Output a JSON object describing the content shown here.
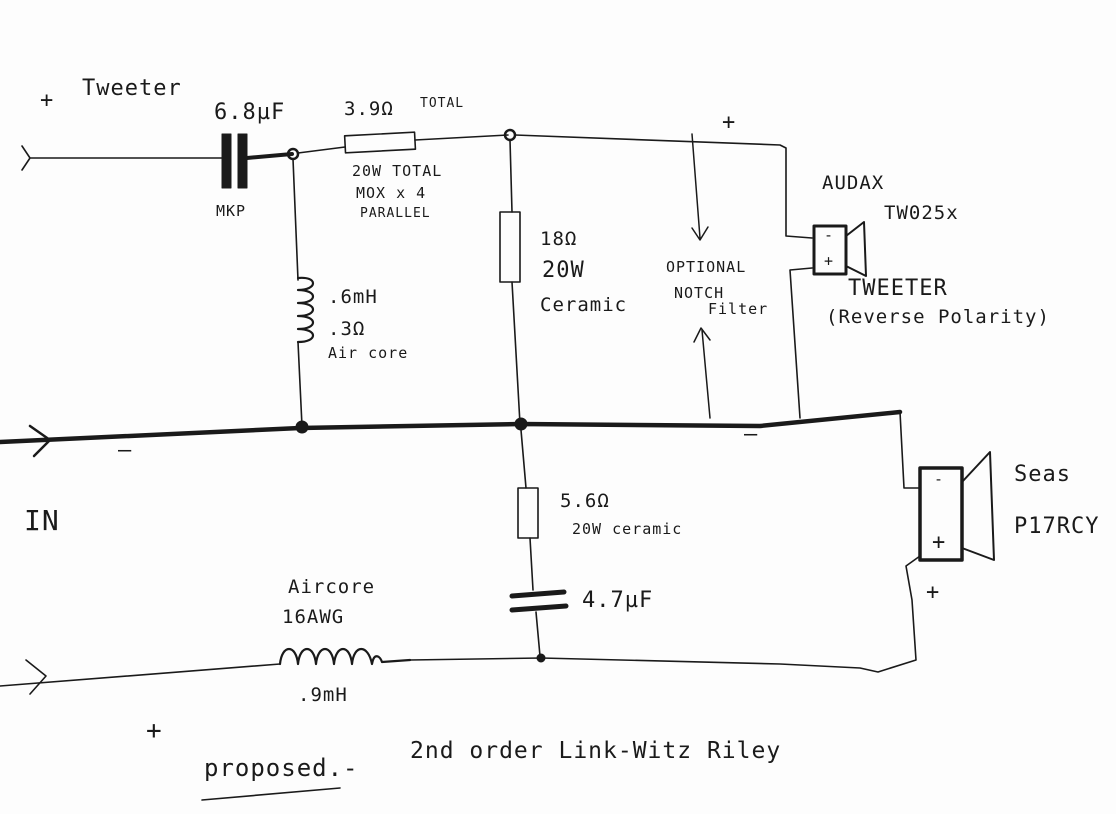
{
  "labels": {
    "tweeter_plus": "+",
    "tweeter_title": "Tweeter",
    "cap1": "6.8µF",
    "cap1_type": "MKP",
    "res1": "3.9Ω",
    "res1_total": "TOTAL",
    "res1_line1": "20W TOTAL",
    "res1_line2": "MOX x 4",
    "res1_line3": "PARALLEL",
    "res2_value": "18Ω",
    "res2_power": "20W",
    "res2_type": "Ceramic",
    "notch_line1": "OPTIONAL",
    "notch_line2": "NOTCH",
    "notch_line3": "Filter",
    "top_plus": "+",
    "ind1_value": ".6mH",
    "ind1_res": ".3Ω",
    "ind1_type": "Air core",
    "audax": "AUDAX",
    "tw_model": "TW025x",
    "tw_name": "TWEETER",
    "tw_note": "(Reverse Polarity)",
    "tw_minus_term": "-",
    "tw_plus_term": "+",
    "mid_minus": "—",
    "left_minus": "—",
    "in_label": "IN",
    "res3_value": "5.6Ω",
    "res3_type": "20W ceramic",
    "cap2": "4.7µF",
    "ind2_type": "Aircore",
    "ind2_gauge": "16AWG",
    "ind2_value": ".9mH",
    "woofer_brand": "Seas",
    "woofer_model": "P17RCY",
    "woofer_minus_term": "-",
    "woofer_plus_term": "+",
    "woofer_plus": "+",
    "bottom_plus": "+",
    "footer_proposed": "proposed.-",
    "footer_rest": "2nd order Link-Witz Riley"
  }
}
